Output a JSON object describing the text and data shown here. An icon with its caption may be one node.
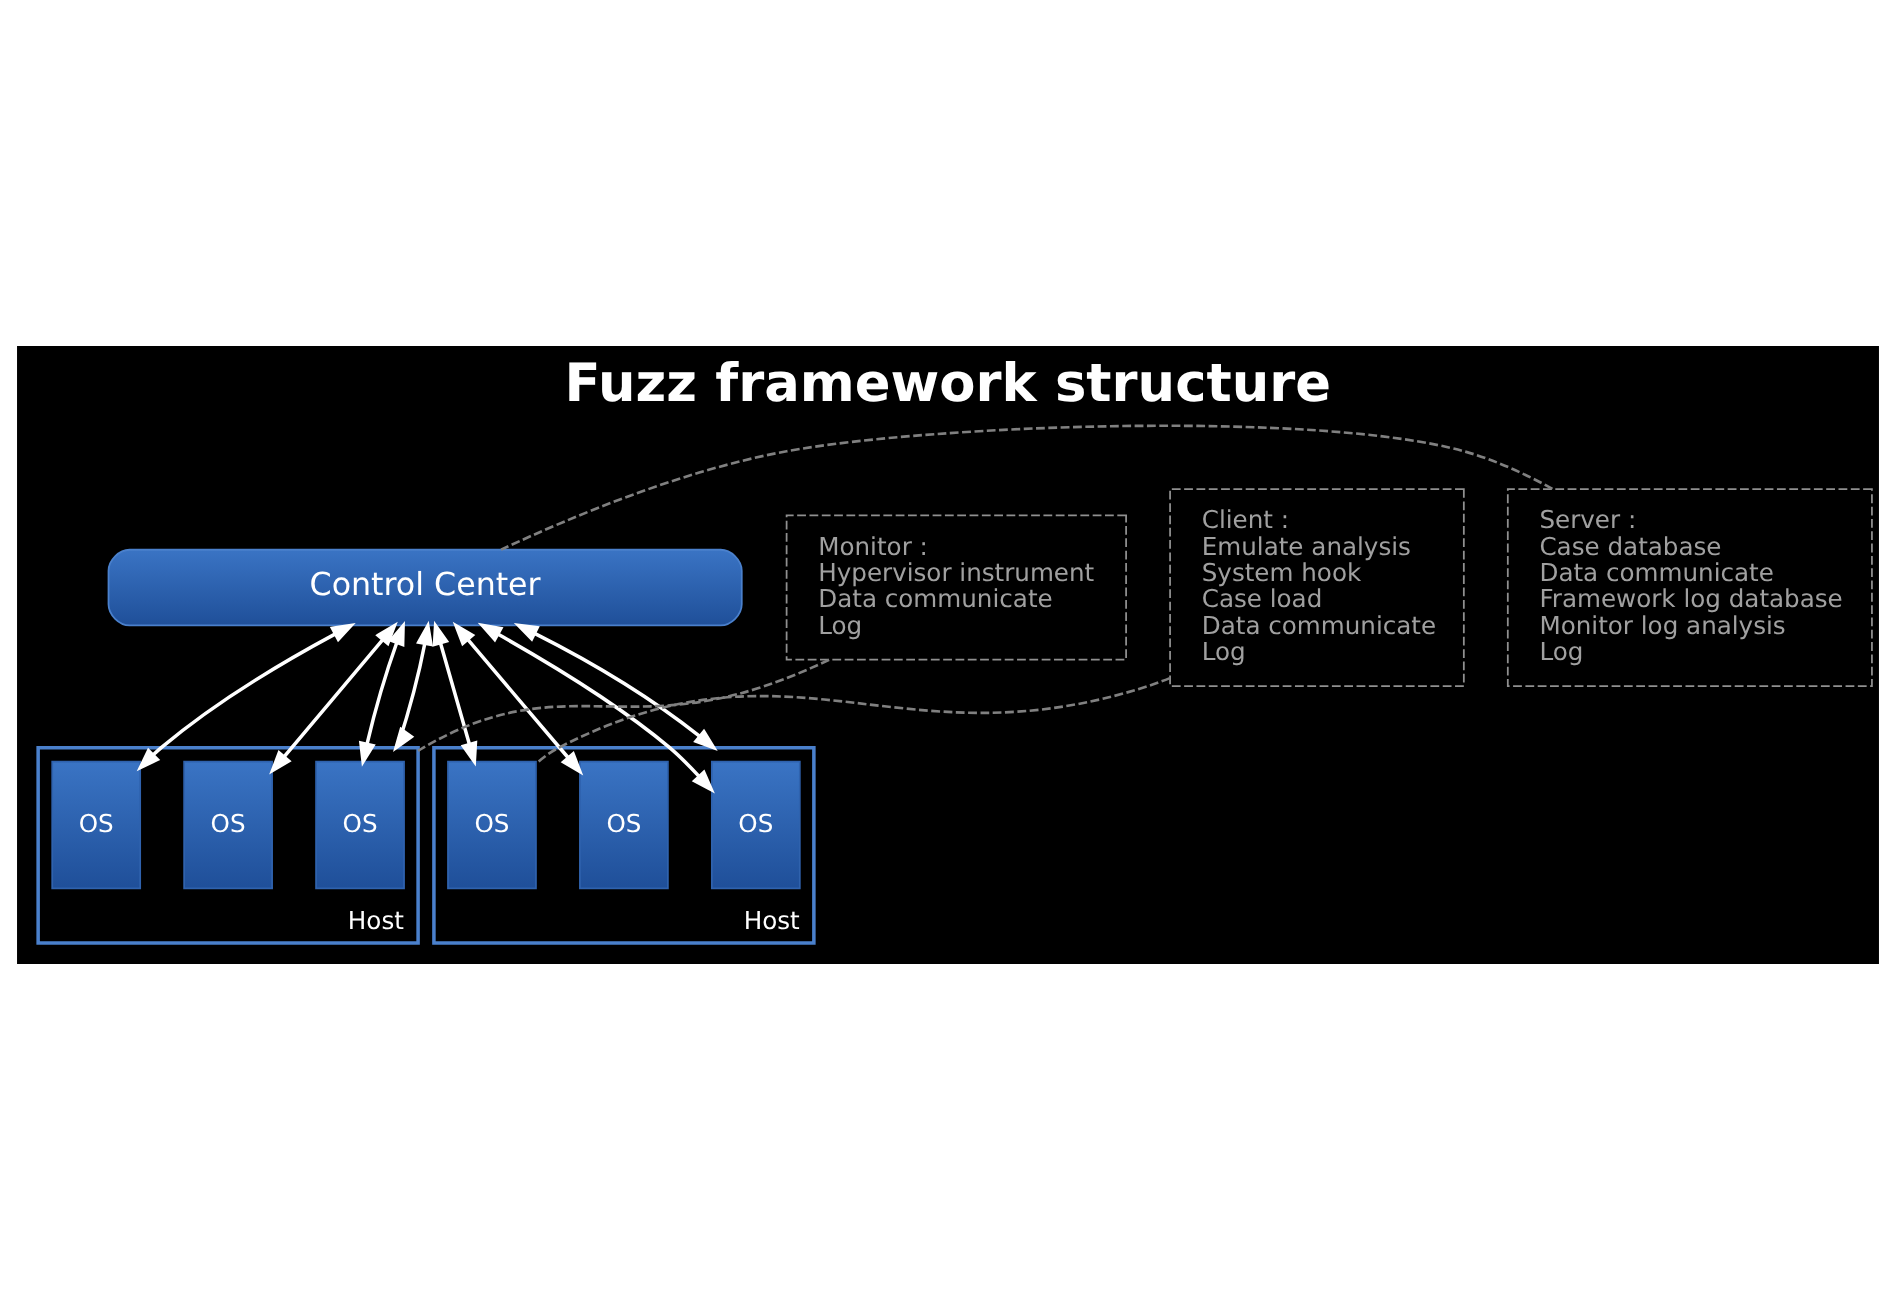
{
  "diagram": {
    "title": "Fuzz framework structure",
    "nodes": [
      {
        "text": [
          "Control Center"
        ]
      },
      {
        "text": [
          "Host"
        ]
      },
      {
        "text": [
          "OS"
        ],
        "in": 1
      },
      {
        "text": [
          "OS"
        ],
        "in": 1
      },
      {
        "text": [
          "OS"
        ],
        "in": 1
      },
      {
        "text": [
          "Host"
        ]
      },
      {
        "text": [
          "OS"
        ],
        "in": 5
      },
      {
        "text": [
          "OS"
        ],
        "in": 5
      },
      {
        "text": [
          "OS"
        ],
        "in": 5
      },
      {
        "text": [
          "Server :",
          "Case database",
          "Data communicate",
          "Framework log database",
          "Monitor log analysis",
          "Log"
        ]
      },
      {
        "text": [
          "Client :",
          "Emulate analysis",
          "System hook",
          "Case load",
          "Data communicate",
          "Log"
        ]
      },
      {
        "text": [
          "Monitor :",
          "Hypervisor instrument",
          "Data communicate",
          "Log"
        ]
      }
    ],
    "edges": [
      {
        "from": 0,
        "to": 2,
        "arrow": "both"
      },
      {
        "from": 0,
        "to": 3,
        "arrow": "both"
      },
      {
        "from": 0,
        "to": 4,
        "arrow": "both"
      },
      {
        "from": 0,
        "to": 6,
        "arrow": "both"
      },
      {
        "from": 0,
        "to": 7,
        "arrow": "both"
      },
      {
        "from": 0,
        "to": 8,
        "arrow": "both"
      },
      {
        "from": 0,
        "to": 1,
        "arrow": "both"
      },
      {
        "from": 0,
        "to": 5,
        "arrow": "both"
      },
      {
        "from": 9,
        "to": 0,
        "arrow": "none",
        "style": "dashed",
        "color": "#808080"
      },
      {
        "from": 10,
        "to": 8,
        "arrow": "none",
        "style": "dashed",
        "color": "#808080"
      },
      {
        "from": 11,
        "to": 1,
        "arrow": "none",
        "style": "dashed",
        "color": "#808080"
      }
    ]
  }
}
